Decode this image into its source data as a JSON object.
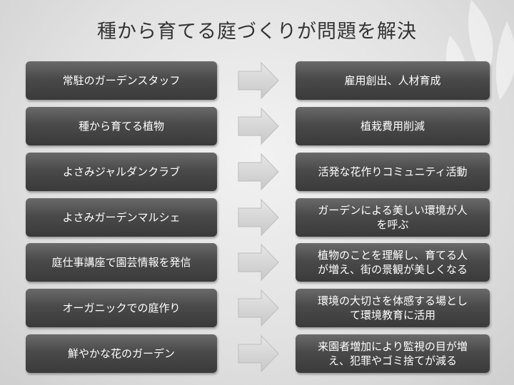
{
  "slide": {
    "title": "種から育てる庭づくりが問題を解決",
    "rows": [
      {
        "left": "常駐のガーデンスタッフ",
        "right": "雇用創出、人材育成"
      },
      {
        "left": "種から育てる植物",
        "right": "植栽費用削減"
      },
      {
        "left": "よさみジャルダンクラブ",
        "right": "活発な花作りコミュニティ活動"
      },
      {
        "left": "よさみガーデンマルシェ",
        "right": "ガーデンによる美しい環境が人\nを呼ぶ"
      },
      {
        "left": "庭仕事講座で園芸情報を発信",
        "right": "植物のことを理解し、育てる人\nが増え、街の景観が美しくなる"
      },
      {
        "left": "オーガニックでの庭作り",
        "right": "環境の大切さを体感する場とし\nて環境教育に活用"
      },
      {
        "left": "鮮やかな花のガーデン",
        "right": "来園者増加により監視の目が増\nえ、犯罪やゴミ捨てが減る"
      }
    ]
  },
  "colors": {
    "box_top": "#6a6a6a",
    "box_bottom": "#3a3a3a",
    "arrow_fill": "#c8c8c8",
    "title_color": "#333333"
  }
}
